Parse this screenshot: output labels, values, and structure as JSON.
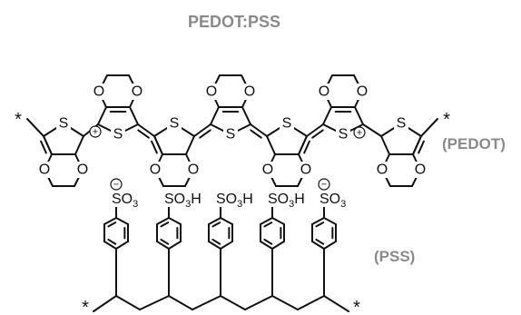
{
  "title": "PEDOT:PSS",
  "labels": {
    "pedot": "(PEDOT)",
    "pss": "(PSS)"
  },
  "symbols": {
    "sulfur": "S",
    "oxygen": "O",
    "end_group": "*",
    "plus": "+",
    "minus": "−",
    "sulfonate": {
      "main": "SO",
      "sub": "3"
    },
    "sulfonic_acid": {
      "main": "SO",
      "sub": "3",
      "tail": "H"
    }
  },
  "pss_units": [
    {
      "group": "sulfonate"
    },
    {
      "group": "sulfonic_acid"
    },
    {
      "group": "sulfonic_acid"
    },
    {
      "group": "sulfonic_acid"
    },
    {
      "group": "sulfonate"
    }
  ],
  "colors": {
    "ink": "#111111",
    "caption": "#8a8a8a",
    "background": "#ffffff"
  }
}
